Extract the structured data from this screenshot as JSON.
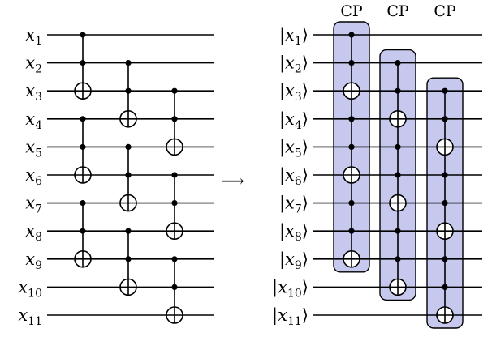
{
  "left_circuit": {
    "qubit_labels": [
      {
        "base": "x",
        "sub": "1"
      },
      {
        "base": "x",
        "sub": "2"
      },
      {
        "base": "x",
        "sub": "3"
      },
      {
        "base": "x",
        "sub": "4"
      },
      {
        "base": "x",
        "sub": "5"
      },
      {
        "base": "x",
        "sub": "6"
      },
      {
        "base": "x",
        "sub": "7"
      },
      {
        "base": "x",
        "sub": "8"
      },
      {
        "base": "x",
        "sub": "9"
      },
      {
        "base": "x",
        "sub": "10"
      },
      {
        "base": "x",
        "sub": "11"
      }
    ],
    "gates": [
      {
        "column": 0,
        "controls": [
          1,
          2
        ],
        "target": 3
      },
      {
        "column": 0,
        "controls": [
          4,
          5
        ],
        "target": 6
      },
      {
        "column": 0,
        "controls": [
          7,
          8
        ],
        "target": 9
      },
      {
        "column": 1,
        "controls": [
          2,
          3
        ],
        "target": 4
      },
      {
        "column": 1,
        "controls": [
          5,
          6
        ],
        "target": 7
      },
      {
        "column": 1,
        "controls": [
          8,
          9
        ],
        "target": 10
      },
      {
        "column": 2,
        "controls": [
          3,
          4
        ],
        "target": 5
      },
      {
        "column": 2,
        "controls": [
          6,
          7
        ],
        "target": 8
      },
      {
        "column": 2,
        "controls": [
          9,
          10
        ],
        "target": 11
      }
    ]
  },
  "arrow": "⟶",
  "right_circuit": {
    "qubit_labels": [
      {
        "base": "x",
        "sub": "1"
      },
      {
        "base": "x",
        "sub": "2"
      },
      {
        "base": "x",
        "sub": "3"
      },
      {
        "base": "x",
        "sub": "4"
      },
      {
        "base": "x",
        "sub": "5"
      },
      {
        "base": "x",
        "sub": "6"
      },
      {
        "base": "x",
        "sub": "7"
      },
      {
        "base": "x",
        "sub": "8"
      },
      {
        "base": "x",
        "sub": "9"
      },
      {
        "base": "x",
        "sub": "10"
      },
      {
        "base": "x",
        "sub": "11"
      }
    ],
    "blocks": [
      {
        "label": "CP",
        "column": 0,
        "start": 1,
        "end": 9,
        "targets": [
          3,
          6,
          9
        ]
      },
      {
        "label": "CP",
        "column": 1,
        "start": 2,
        "end": 10,
        "targets": [
          4,
          7,
          10
        ]
      },
      {
        "label": "CP",
        "column": 2,
        "start": 3,
        "end": 11,
        "targets": [
          5,
          8,
          11
        ]
      }
    ]
  }
}
